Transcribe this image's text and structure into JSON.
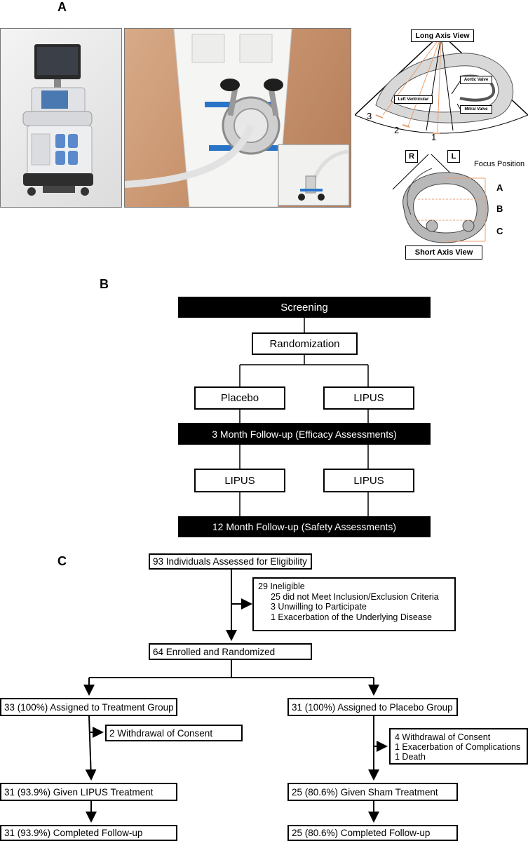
{
  "panel_a": {
    "letter": "A",
    "long_axis": {
      "title": "Long Axis View",
      "aortic_valve": "Aortic Valve",
      "left_ventricular": "Left Ventricular",
      "mitral_valve": "Mitral Valve",
      "markers": [
        "3",
        "2",
        "1"
      ]
    },
    "short_axis": {
      "title": "Short Axis View",
      "right": "R",
      "left": "L",
      "focus_label": "Focus Position",
      "positions": [
        "A",
        "B",
        "C"
      ]
    }
  },
  "panel_b": {
    "letter": "B",
    "screening": "Screening",
    "randomization": "Randomization",
    "placebo": "Placebo",
    "lipus_1": "LIPUS",
    "followup_3": "3 Month Follow-up (Efficacy Assessments)",
    "lipus_2": "LIPUS",
    "lipus_3": "LIPUS",
    "followup_12": "12 Month Follow-up (Safety Assessments)"
  },
  "panel_c": {
    "letter": "C",
    "assessed": "93 Individuals Assessed for Eligibility",
    "ineligible": {
      "title": "29 Ineligible",
      "items": [
        "25 did not Meet Inclusion/Exclusion Criteria",
        "3 Unwilling to Participate",
        "1 Exacerbation of the Underlying Disease"
      ]
    },
    "enrolled": "64 Enrolled and Randomized",
    "treatment_assigned": "33 (100%) Assigned to Treatment Group",
    "treatment_withdrawal": "2 Withdrawal of Consent",
    "treatment_given": "31 (93.9%) Given LIPUS Treatment",
    "treatment_completed": "31 (93.9%) Completed Follow-up",
    "placebo_assigned": "31 (100%) Assigned to Placebo Group",
    "placebo_exclusions": [
      "4 Withdrawal of Consent",
      "1 Exacerbation of Complications",
      "1 Death"
    ],
    "placebo_given": "25 (80.6%) Given Sham Treatment",
    "placebo_completed": "25 (80.6%) Completed Follow-up"
  },
  "colors": {
    "orange_guide": "#e8a070",
    "blue_tape": "#2a74c8"
  }
}
